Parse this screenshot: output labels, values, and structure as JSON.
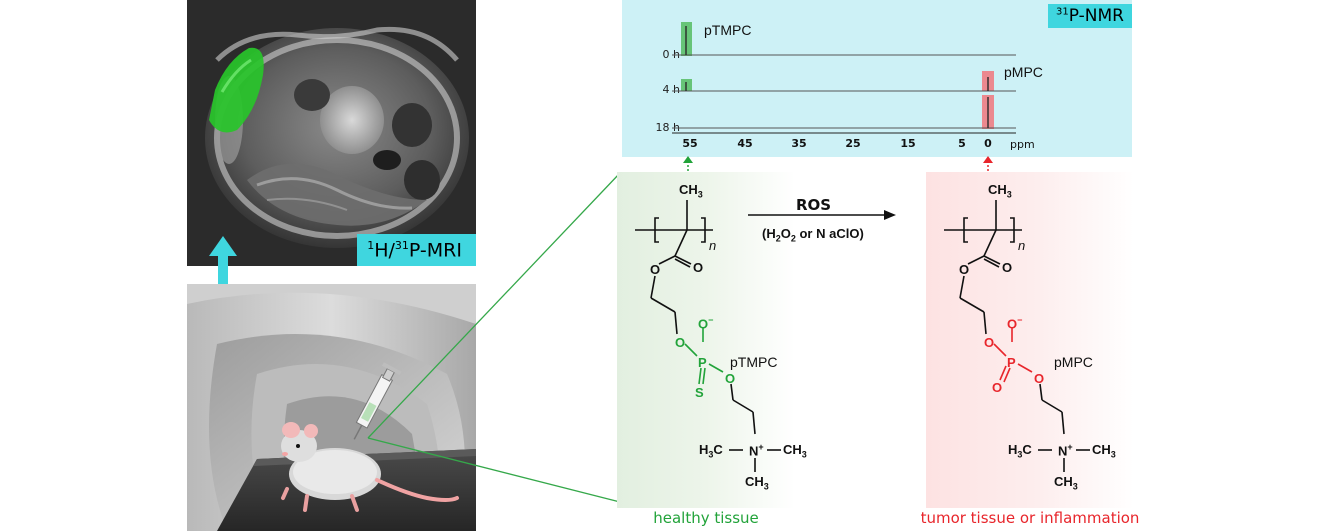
{
  "mri": {
    "badge_pre": "1",
    "badge_mid": "H/",
    "badge_sup2": "31",
    "badge_post": "P-MRI"
  },
  "nmr": {
    "badge_sup": "31",
    "badge_label": "P-NMR",
    "rows": [
      "0 h",
      "4 h",
      "18 h"
    ],
    "peak_left_label": "pTMPC",
    "peak_right_label": "pMPC",
    "ticks": [
      "55",
      "45",
      "35",
      "25",
      "15",
      "5",
      "0"
    ],
    "unit": "ppm",
    "colors": {
      "left_peak": "#5cbf6a",
      "right_peak": "#ee7d84",
      "badge": "#3fd6df",
      "panel": "#cdf1f6"
    }
  },
  "reaction": {
    "arrow_label": "ROS",
    "condition_pre": "(H",
    "condition_sub1": "2",
    "condition_mid": "O",
    "condition_sub2": "2",
    "condition_post": " or N aClO)"
  },
  "healthy": {
    "caption": "healthy tissue",
    "polymer": "pTMPC",
    "ch3_top": "CH",
    "ch3_sub": "3",
    "n": "n",
    "o_ester": "O",
    "o_carbonyl": "O",
    "o_minus": "O",
    "o_link1": "O",
    "p": "P",
    "o_link2": "O",
    "s": "S",
    "amine_left": "H",
    "amine_n": "N",
    "amine_right": "CH",
    "amine_bottom": "CH",
    "plus": "+",
    "minus": "−"
  },
  "tumor": {
    "caption": "tumor tissue or inflammation",
    "polymer": "pMPC",
    "o_double": "O"
  }
}
